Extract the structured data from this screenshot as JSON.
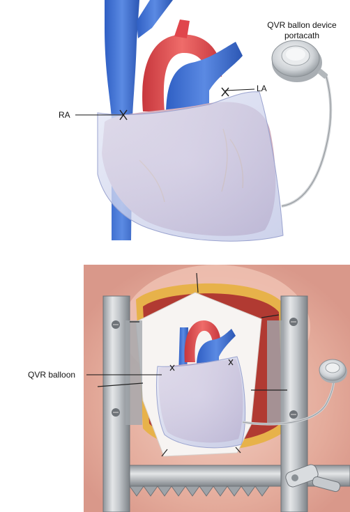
{
  "labels": {
    "device_line1": "QVR ballon device",
    "device_line2": "portacath",
    "la": "LA",
    "ra": "RA",
    "balloon": "QVR balloon"
  },
  "colors": {
    "vein_blue": "#3b6fd1",
    "aorta_red": "#e0464c",
    "balloon_film": "#c9cde8",
    "device_silver": "#d9dcdf",
    "tissue": "#e2a99a",
    "fat_yellow": "#e7b24a",
    "retractor_steel": "#b7bbbf"
  }
}
